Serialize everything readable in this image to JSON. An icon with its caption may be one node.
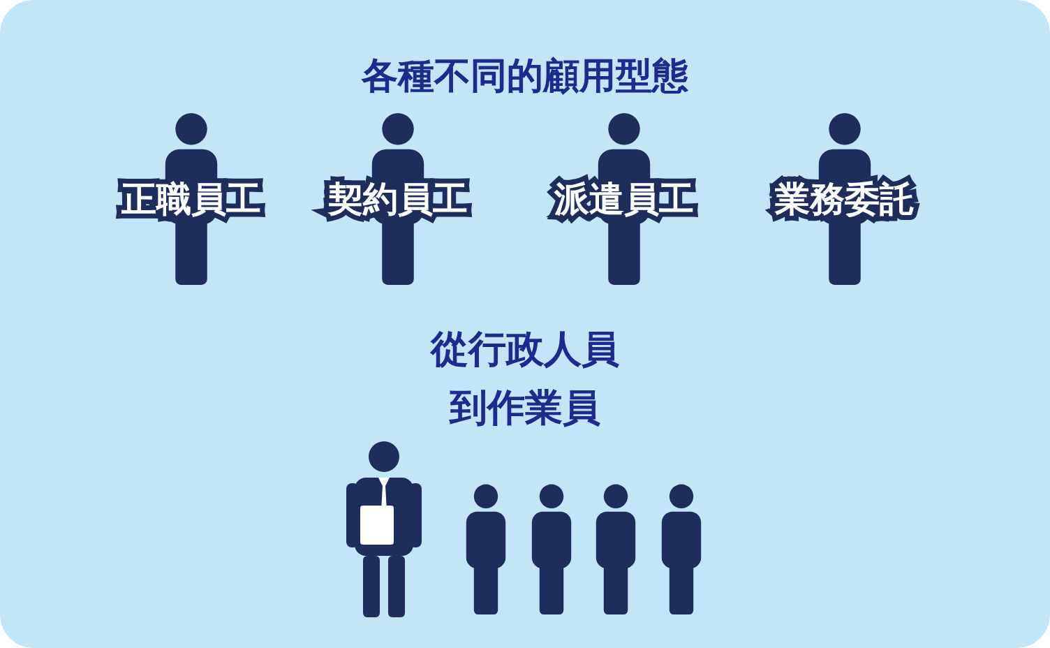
{
  "diagram": {
    "title": "各種不同的顧用型態",
    "nodes": [
      {
        "text": [
          "正職員工"
        ]
      },
      {
        "text": [
          "契約員工"
        ]
      },
      {
        "text": [
          "派遣員工"
        ]
      },
      {
        "text": [
          "業務委託"
        ]
      }
    ],
    "labels": [
      "從行政人員到作業員"
    ]
  }
}
